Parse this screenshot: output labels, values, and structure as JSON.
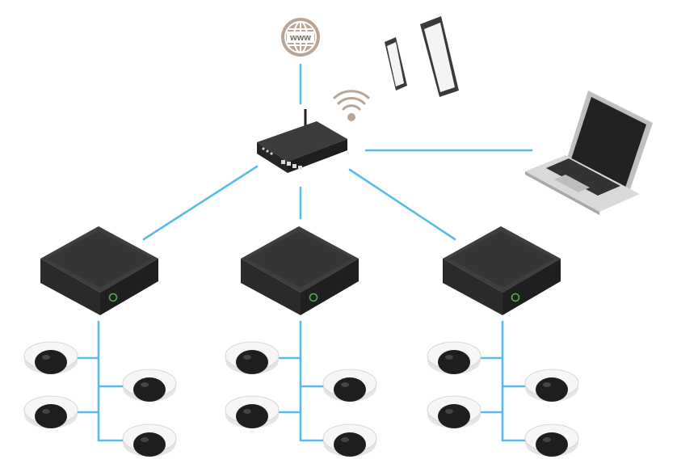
{
  "internet": {
    "icon": "globe-icon",
    "label": "www"
  },
  "wireless": {
    "icon": "wifi-icon"
  },
  "router": {
    "icon": "router-icon",
    "port_count": 4
  },
  "mobile_devices": [
    {
      "icon": "smartphone-icon"
    },
    {
      "icon": "tablet-icon"
    }
  ],
  "laptop": {
    "icon": "laptop-icon"
  },
  "recorders": [
    {
      "id": "recorder-1",
      "icon": "recorder-box-icon",
      "cameras": 4
    },
    {
      "id": "recorder-2",
      "icon": "recorder-box-icon",
      "cameras": 4
    },
    {
      "id": "recorder-3",
      "icon": "recorder-box-icon",
      "cameras": 4
    }
  ],
  "colors": {
    "link": "#5bbbe8",
    "device_body": "#2e2e2e",
    "device_top": "#3d3d3d",
    "camera_shell": "#f2f2f2",
    "camera_lens": "#1e1e1e",
    "status_led": "#4caf50",
    "globe": "#b8a596"
  }
}
